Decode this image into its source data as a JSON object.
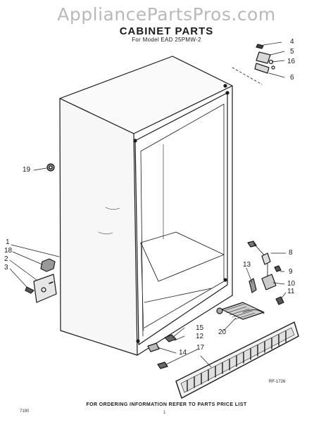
{
  "header": {
    "watermark": "AppliancePartsPros.com",
    "title": "CABINET PARTS",
    "subtitle": "For Model EAD 25PMW-2"
  },
  "diagram_code": "RF-1726",
  "footer": {
    "instruction": "FOR ORDERING INFORMATION REFER TO PARTS PRICE LIST",
    "date_code": "7190",
    "page_mark": "1"
  },
  "callouts": {
    "c1": "1",
    "c2": "2",
    "c3": "3",
    "c4": "4",
    "c5": "5",
    "c6": "6",
    "c8": "8",
    "c9": "9",
    "c10": "10",
    "c11": "11",
    "c12": "12",
    "c13": "13",
    "c14": "14",
    "c15": "15",
    "c16": "16",
    "c17": "17",
    "c18": "18",
    "c19": "19",
    "c20": "20"
  }
}
